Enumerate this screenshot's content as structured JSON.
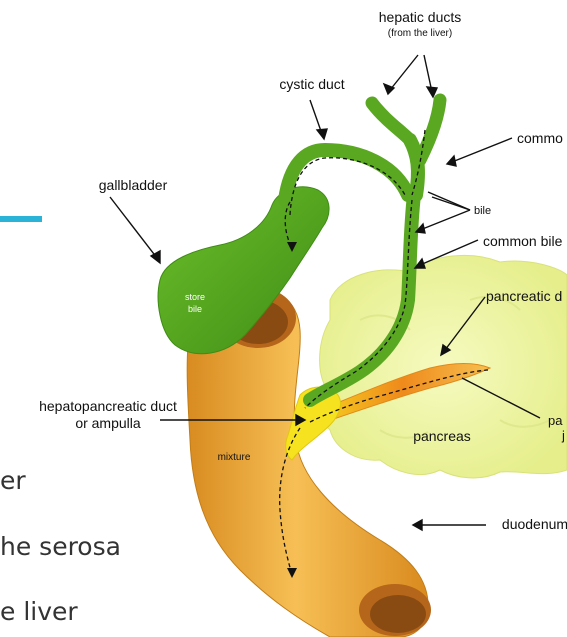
{
  "labels": {
    "hepatic_ducts": "hepatic ducts",
    "hepatic_ducts_sub": "(from the liver)",
    "cystic_duct": "cystic duct",
    "common_hepatic": "commo",
    "gallbladder": "gallbladder",
    "bile": "bile",
    "common_bile": "common bile",
    "pancreatic": "pancreatic d",
    "store": "store",
    "store_bile": "bile",
    "hepatopancreatic": "hepatopancreatic duct",
    "ampulla": "or ampulla",
    "pa": "pa",
    "j": "j",
    "pancreas": "pancreas",
    "mixture": "mixture",
    "duodenum": "duodenum"
  },
  "slide_text": {
    "line1": "er",
    "line2": "he serosa",
    "line3": "e liver"
  },
  "colors": {
    "accent": "#2ab3d6",
    "duct_green": "#5aa822",
    "duodenum_orange": "#f1a93a",
    "pancreas_yellow": "#f1f6a6",
    "ampulla_yellow": "#f6e21e",
    "pancreatic_duct": "#f08a1d"
  }
}
